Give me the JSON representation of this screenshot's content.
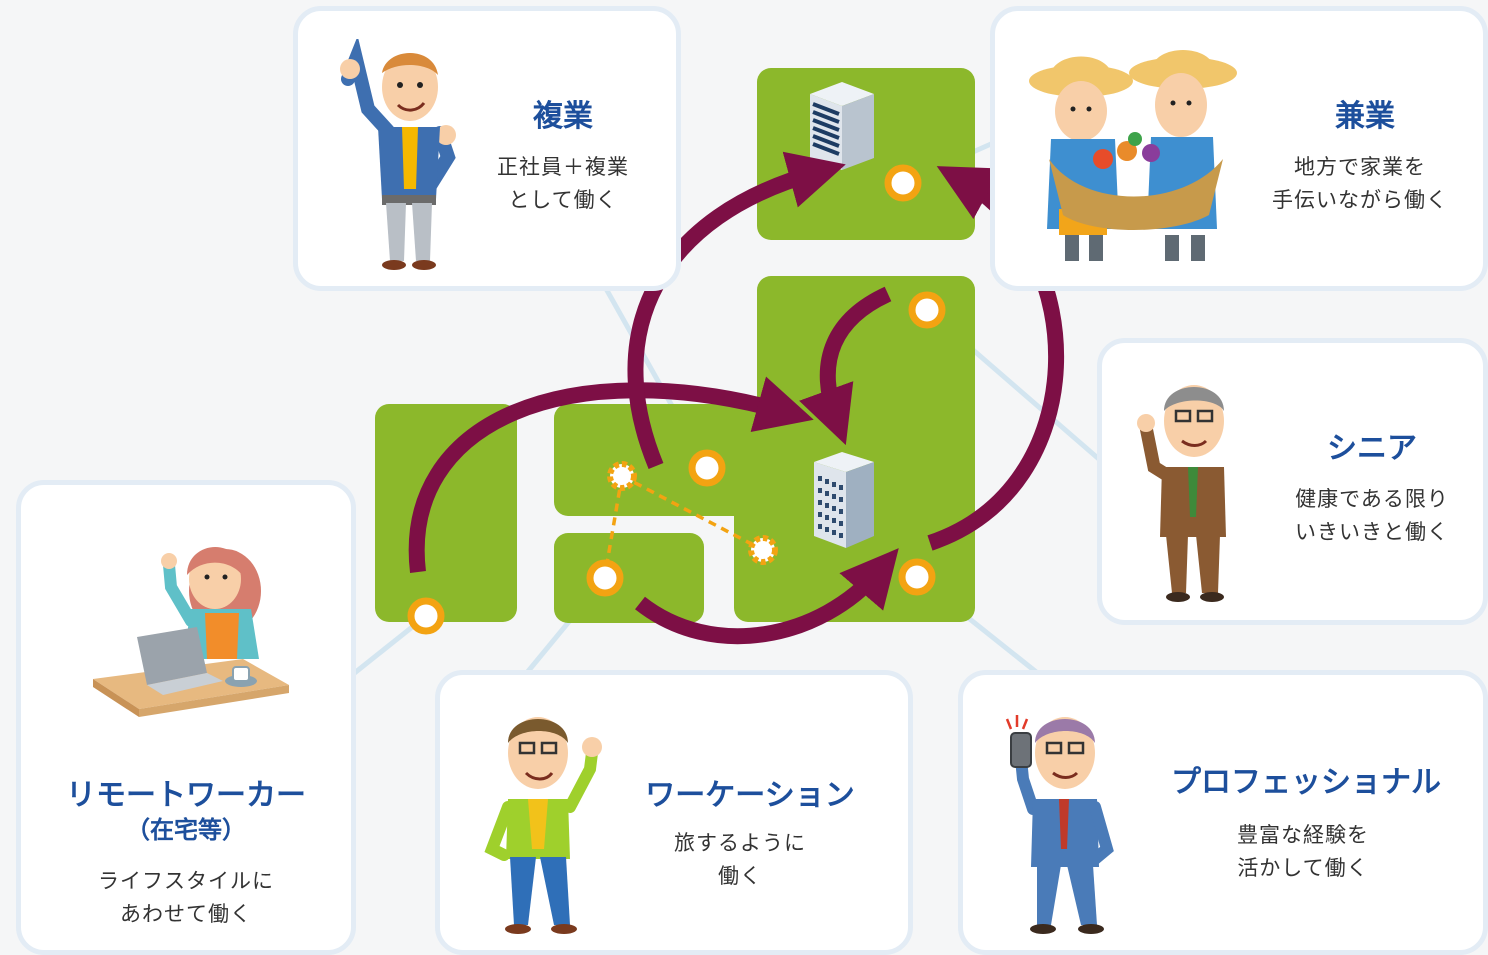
{
  "colors": {
    "land": "#8cb82b",
    "arrow": "#7d0f45",
    "pin_ring": "#f3a312",
    "connector": "#d3e5f0",
    "title": "#1d4f9c",
    "card_border": "#e3ecf5"
  },
  "cards": [
    {
      "id": "fukugyo",
      "title": "複業",
      "lines": [
        "正社員＋複業",
        "として働く"
      ]
    },
    {
      "id": "kengyo",
      "title": "兼業",
      "lines": [
        "地方で家業を",
        "手伝いながら働く"
      ]
    },
    {
      "id": "senior",
      "title": "シニア",
      "lines": [
        "健康である限り",
        "いきいきと働く"
      ]
    },
    {
      "id": "remote",
      "title": "リモートワーカー",
      "subtitle": "（在宅等）",
      "lines": [
        "ライフスタイルに",
        "あわせて働く"
      ]
    },
    {
      "id": "workation",
      "title": "ワーケーション",
      "lines": [
        "旅するように",
        "働く"
      ]
    },
    {
      "id": "professional",
      "title": "プロフェッショナル",
      "lines": [
        "豊富な経験を",
        "活かして働く"
      ]
    }
  ],
  "icons": [
    "office-building-icon",
    "hq-building-icon",
    "laptop-icon",
    "smartphone-icon",
    "vegetable-basket-icon"
  ]
}
